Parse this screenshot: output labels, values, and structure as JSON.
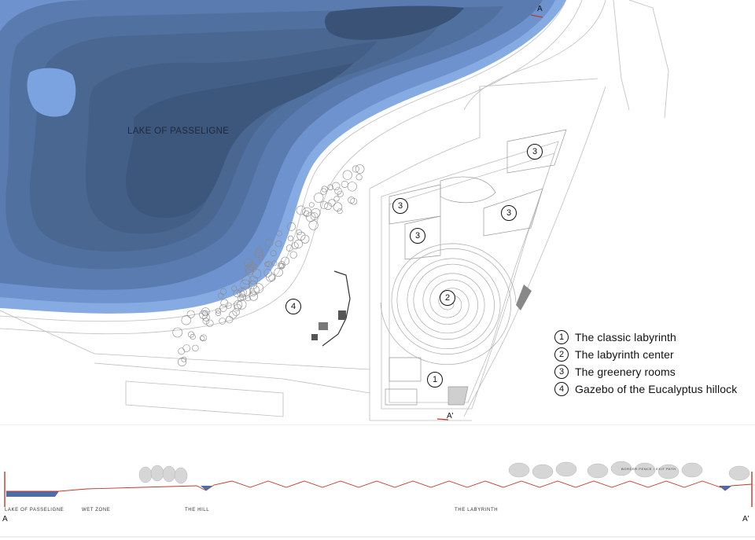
{
  "map": {
    "lake_label": "LAKE OF PASSELIGNE",
    "section_marks": {
      "a_top": "A",
      "a_prime": "A'"
    },
    "markers": {
      "m1": "1",
      "m2": "2",
      "m3a": "3",
      "m3b": "3",
      "m3c": "3",
      "m3d": "3",
      "m4": "4"
    },
    "colors": {
      "lake_deep": "#3f5c86",
      "lake_mid": "#5a7bb0",
      "lake_shallow": "#7fa6de",
      "cut_line": "#c0392b"
    }
  },
  "legend": {
    "items": [
      {
        "num": "1",
        "text": "The classic labyrinth"
      },
      {
        "num": "2",
        "text": "The labyrinth center"
      },
      {
        "num": "3",
        "text": "The greenery rooms"
      },
      {
        "num": "4",
        "text": "Gazebo of the Eucalyptus hillock"
      }
    ]
  },
  "section": {
    "left_mark": "A",
    "right_mark": "A'",
    "labels": {
      "lake": "LAKE OF PASSELIGNE",
      "wet": "WET ZONE",
      "hill": "THE HILL",
      "labyrinth": "THE LABYRINTH",
      "fence": "BORDER FENCE / EXIT PATH"
    }
  }
}
